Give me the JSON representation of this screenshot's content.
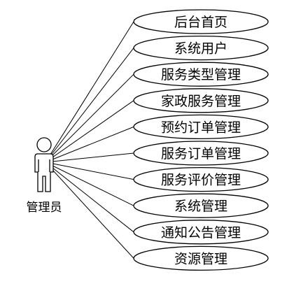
{
  "actor": {
    "label": "管理员"
  },
  "use_cases": [
    {
      "label": "后台首页"
    },
    {
      "label": "系统用户"
    },
    {
      "label": "服务类型管理"
    },
    {
      "label": "家政服务管理"
    },
    {
      "label": "预约订单管理"
    },
    {
      "label": "服务订单管理"
    },
    {
      "label": "服务评价管理"
    },
    {
      "label": "系统管理"
    },
    {
      "label": "通知公告管理"
    },
    {
      "label": "资源管理"
    }
  ]
}
